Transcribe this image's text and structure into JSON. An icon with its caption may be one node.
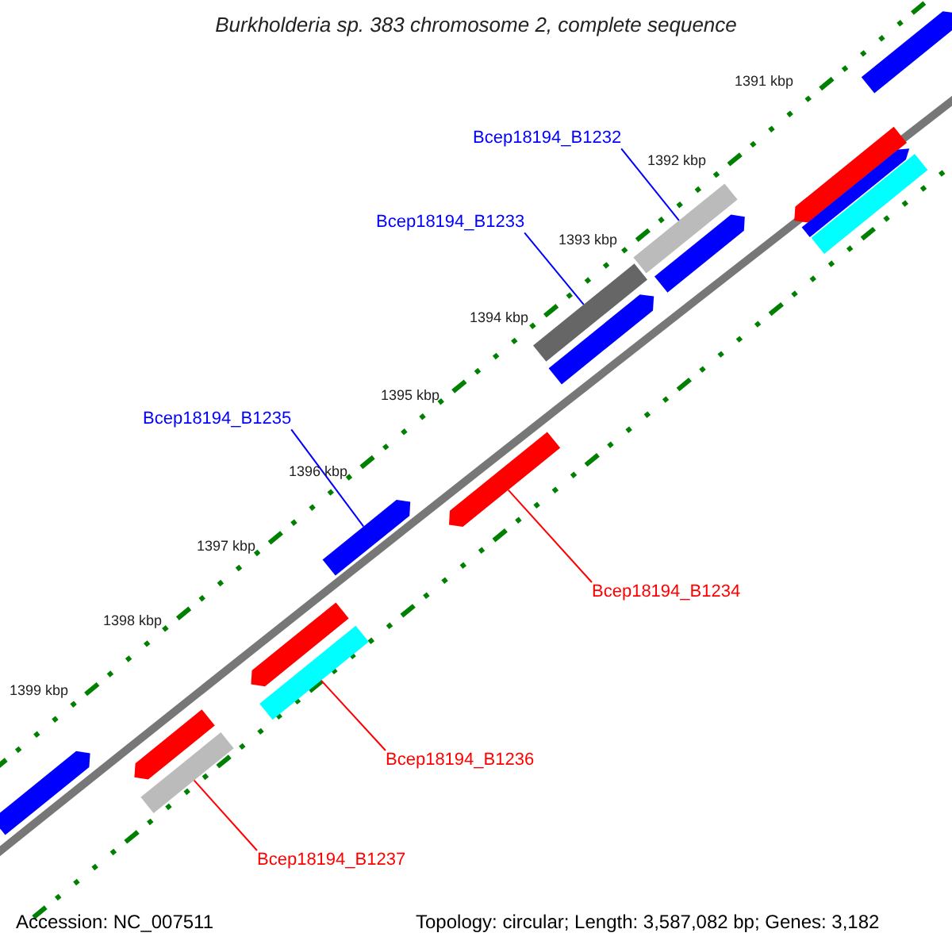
{
  "diagram": {
    "title": "Burkholderia sp. 383 chromosome 2, complete sequence",
    "nodes": [
      {
        "text": [
          "Bcep18194_B1232"
        ]
      },
      {
        "text": [],
        "shape": "bar"
      },
      {
        "text": [
          "Bcep18194_B1233"
        ]
      },
      {
        "text": [],
        "shape": "bar"
      },
      {
        "text": [
          "Bcep18194_B1235"
        ]
      },
      {
        "text": [],
        "shape": "bar"
      },
      {
        "text": [
          "Bcep18194_B1234"
        ]
      },
      {
        "text": [],
        "shape": "bar"
      },
      {
        "text": [
          "Bcep18194_B1236"
        ]
      },
      {
        "text": [],
        "shape": "bar"
      },
      {
        "text": [
          "Bcep18194_B1237"
        ]
      },
      {
        "text": [],
        "shape": "bar"
      },
      {
        "text": [],
        "shape": "bar"
      },
      {
        "text": [],
        "shape": "bar"
      },
      {
        "text": [],
        "shape": "bar"
      },
      {
        "text": [],
        "shape": "bar"
      },
      {
        "text": [],
        "shape": "bar"
      },
      {
        "text": [],
        "shape": "bar"
      },
      {
        "text": [],
        "shape": "bar"
      },
      {
        "text": [],
        "shape": "bar"
      },
      {
        "text": [],
        "shape": "bar"
      }
    ],
    "edges": [
      {
        "from": 0,
        "to": 1,
        "arrow": "none",
        "color": "#0000ff"
      },
      {
        "from": 2,
        "to": 3,
        "arrow": "none",
        "color": "#0000ff"
      },
      {
        "from": 4,
        "to": 5,
        "arrow": "none",
        "color": "#0000ff"
      },
      {
        "from": 6,
        "to": 7,
        "arrow": "none",
        "color": "#ff0000"
      },
      {
        "from": 8,
        "to": 9,
        "arrow": "none",
        "color": "#ff0000"
      },
      {
        "from": 10,
        "to": 11,
        "arrow": "none",
        "color": "#ff0000"
      }
    ],
    "labels": [
      "1391 kbp",
      "1392 kbp",
      "1393 kbp",
      "1394 kbp",
      "1395 kbp",
      "1396 kbp",
      "1397 kbp",
      "1398 kbp",
      "1399 kbp",
      "Accession: NC_007511",
      "Topology: circular; Length: 3,587,082 bp; Genes: 3,182"
    ]
  }
}
